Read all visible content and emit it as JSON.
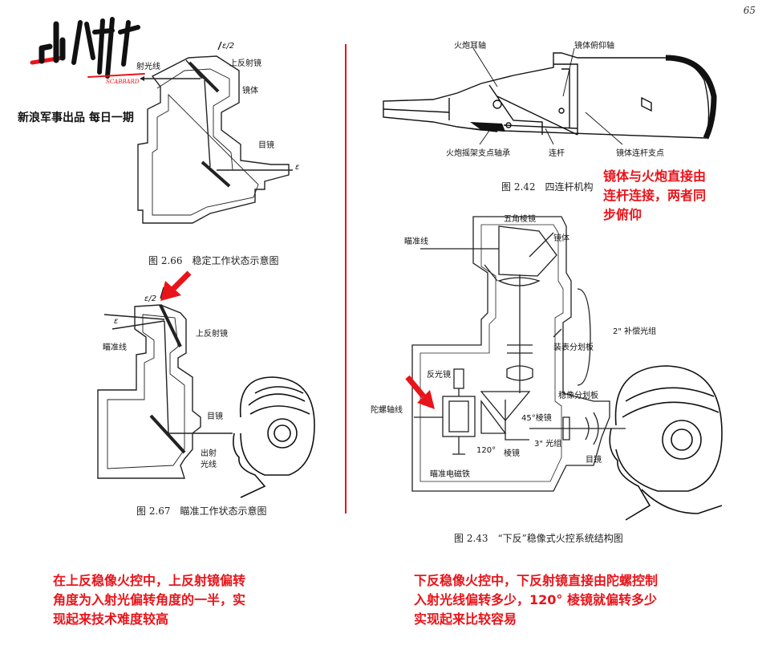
{
  "page_number": "65",
  "logo": {
    "mark": "出鞘",
    "tagline": "SCABBARD",
    "subtitle": "新浪军事出品 每日一期"
  },
  "fig266": {
    "caption": "图 2.66　稳定工作状态示意图",
    "labels": {
      "incident": "射光线",
      "eps2": "ε/2",
      "upper_mirror": "上反射镜",
      "housing": "镜体",
      "eyepiece": "目镜",
      "eps": "ε"
    }
  },
  "fig267": {
    "caption": "图 2.67　瞄准工作状态示意图",
    "labels": {
      "eps2": "ε/2",
      "eps": "ε",
      "upper_mirror": "上反射镜",
      "aim_line": "瞄准线",
      "eyepiece": "目镜",
      "exit_a": "出射",
      "exit_b": "光线"
    }
  },
  "fig242": {
    "caption": "图 2.42　四连杆机构",
    "labels": {
      "gun_trunnion": "火炮耳轴",
      "housing_pitch_axis": "镜体俯仰轴",
      "cradle_bearing": "火炮摇架支点轴承",
      "link_rod": "连杆",
      "housing_link_pivot": "镜体连杆支点"
    }
  },
  "fig243": {
    "caption": "图 2.43　“下反”稳像式火控系统结构图",
    "labels": {
      "pentaprism": "五角棱镜",
      "housing": "镜体",
      "aim_line": "瞄准线",
      "reticle_plate": "装表分划板",
      "comp_group": "2\" 补偿光组",
      "reflector": "反光镜",
      "stab_plate": "稳像分划板",
      "gyro_axis": "陀螺轴线",
      "prism45": "45°棱镜",
      "group3": "3\" 光组",
      "prism120a": "120°",
      "prism120b": "棱镜",
      "eyepiece": "目镜",
      "aim_magnet": "瞄准电磁铁"
    }
  },
  "notes": {
    "right_top": [
      "镜体与火炮直接由",
      "连杆连接，两者同",
      "步俯仰"
    ],
    "bottom_left": [
      "在上反稳像火控中，上反射镜偏转",
      "角度为入射光偏转角度的一半，实",
      "现起来技术难度较高"
    ],
    "bottom_right": [
      "下反稳像火控中，下反射镜直接由陀螺控制",
      "入射光线偏转多少，120°  棱镜就偏转多少",
      "实现起来比较容易"
    ]
  },
  "colors": {
    "accent": "#e8141a",
    "ink": "#111111"
  }
}
